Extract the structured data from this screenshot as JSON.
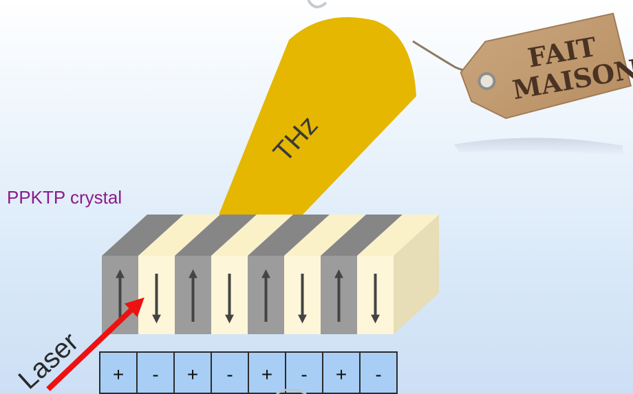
{
  "diagram": {
    "crystal_label": "PPKTP crystal",
    "thz_label": "THz",
    "laser_label": "Laser",
    "tag": {
      "line1": "FAIT",
      "line2": "MAISON"
    },
    "electrode_signs": [
      "+",
      "-",
      "+",
      "-",
      "+",
      "-",
      "+",
      "-"
    ],
    "domain_polarity": [
      "up",
      "down",
      "up",
      "down",
      "up",
      "down",
      "up",
      "down"
    ]
  },
  "colors": {
    "dark_domain": "#9c9c9c",
    "light_domain": "#fdf6d8",
    "thz_beam": "#e5b700",
    "laser": "#ee1111",
    "electrode_cell": "#a8cef5",
    "crystal_label": "#8b1a8b"
  }
}
